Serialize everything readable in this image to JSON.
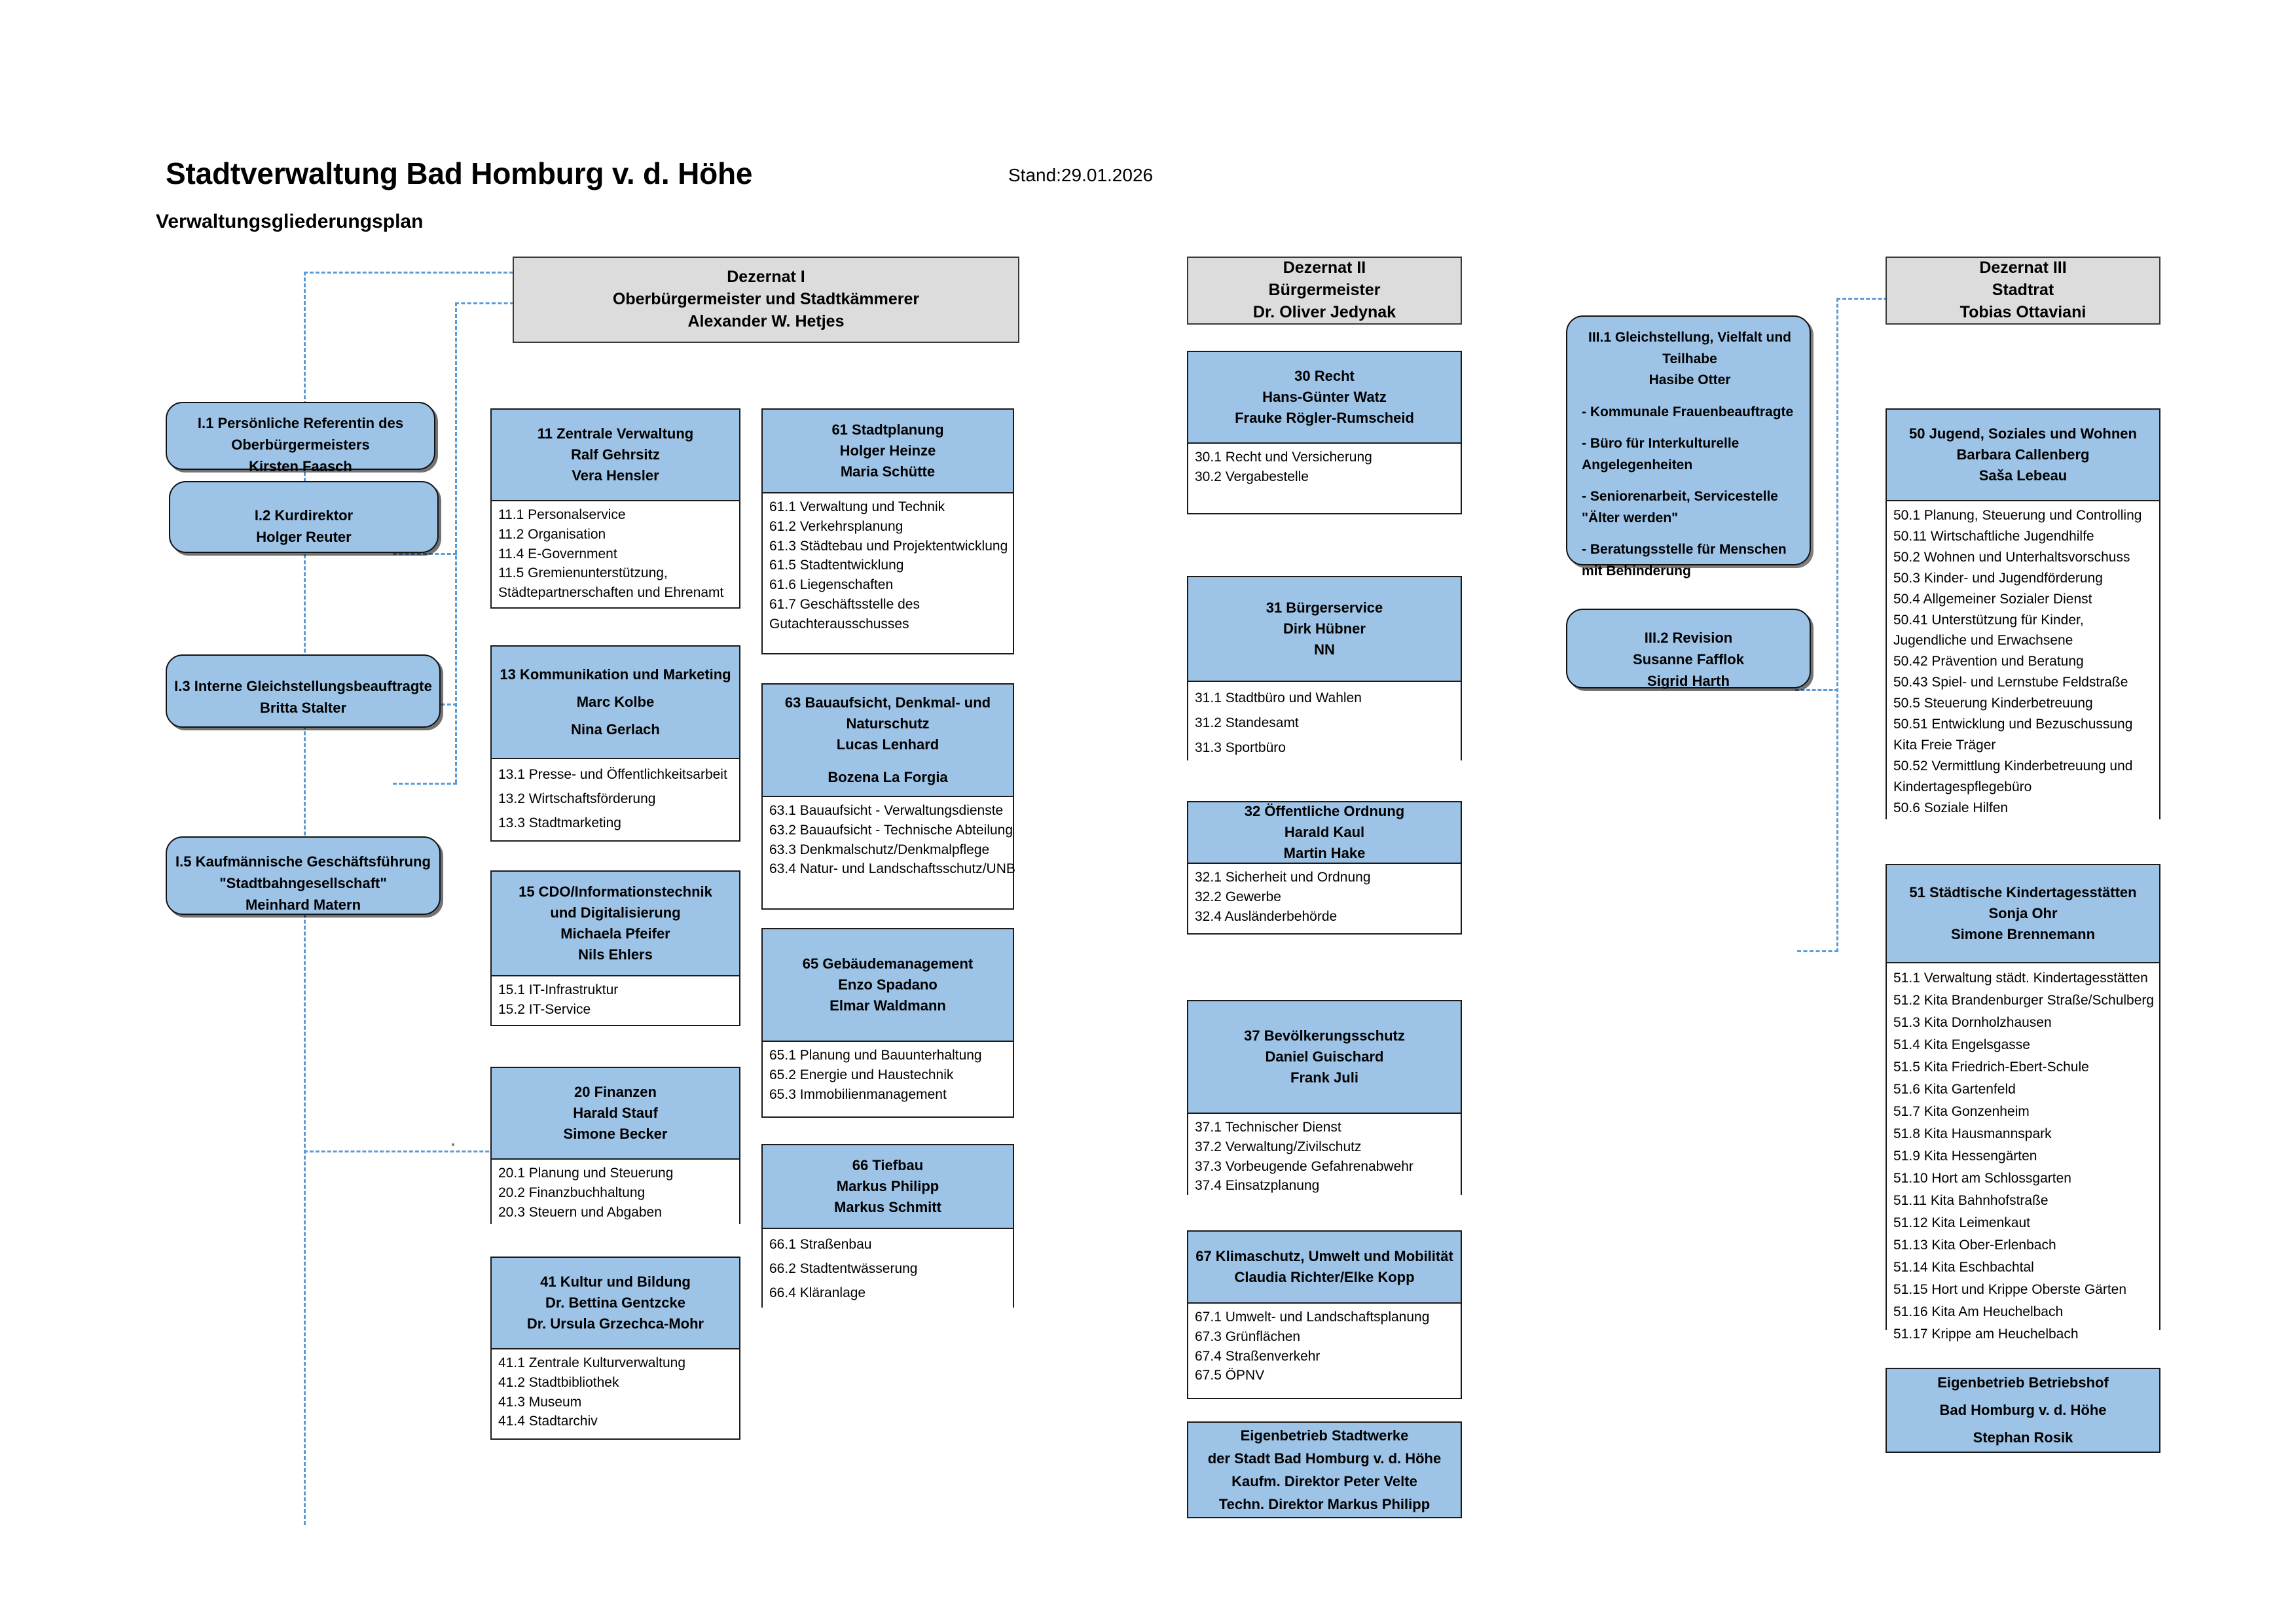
{
  "header": {
    "title": "Stadtverwaltung Bad Homburg v. d. Höhe",
    "subtitle": "Verwaltungsgliederungsplan",
    "stand": "Stand:29.01.2026"
  },
  "dezernate": {
    "I": {
      "label": "Dezernat I",
      "role": "Oberbürgermeister und Stadtkämmerer",
      "person": "Alexander W. Hetjes"
    },
    "II": {
      "label": "Dezernat II",
      "role": "Bürgermeister",
      "person": "Dr. Oliver Jedynak"
    },
    "III": {
      "label": "Dezernat III",
      "role": "Stadtrat",
      "person": "Tobias Ottaviani"
    }
  },
  "staff_left": [
    {
      "l1": "I.1 Persönliche Referentin des",
      "l2": "Oberbürgermeisters",
      "l3": "Kirsten Faasch"
    },
    {
      "l1": "I.2 Kurdirektor",
      "l2": "Holger Reuter",
      "l3": ""
    },
    {
      "l1": "I.3 Interne Gleichstellungsbeauftragte",
      "l2": "Britta Stalter",
      "l3": ""
    },
    {
      "l1": "I.5 Kaufmännische Geschäftsführung",
      "l2": "\"Stadtbahngesellschaft\"",
      "l3": "Meinhard Matern"
    }
  ],
  "staff_right": {
    "iii1": {
      "title": "III.1 Gleichstellung, Vielfalt und Teilhabe",
      "person": "Hasibe Otter",
      "bullets": [
        "- Kommunale Frauenbeauftragte",
        "- Büro für Interkulturelle\n  Angelegenheiten",
        "- Seniorenarbeit, Servicestelle\n  \"Älter werden\"",
        "- Beratungsstelle für Menschen\n  mit Behinderung"
      ]
    },
    "iii2": {
      "title": "III.2 Revision",
      "p1": "Susanne Fafflok",
      "p2": "Sigrid Harth"
    }
  },
  "units": {
    "u11": {
      "head": [
        "11 Zentrale Verwaltung",
        "Ralf Gehrsitz",
        "Vera Hensler"
      ],
      "items": [
        "11.1 Personalservice",
        "11.2 Organisation",
        "11.4 E-Government",
        "11.5 Gremienunterstützung,",
        "Städtepartnerschaften und Ehrenamt"
      ]
    },
    "u13": {
      "head": [
        "13  Kommunikation und Marketing",
        "Marc Kolbe",
        "Nina Gerlach"
      ],
      "items": [
        "13.1 Presse- und Öffentlichkeitsarbeit",
        "13.2 Wirtschaftsförderung",
        "13.3 Stadtmarketing"
      ]
    },
    "u15": {
      "head": [
        "15 CDO/Informationstechnik",
        "und Digitalisierung",
        "Michaela Pfeifer",
        "Nils Ehlers"
      ],
      "items": [
        "15.1 IT-Infrastruktur",
        "15.2 IT-Service"
      ]
    },
    "u20": {
      "head": [
        "20 Finanzen",
        "Harald Stauf",
        "Simone Becker"
      ],
      "items": [
        "20.1 Planung und Steuerung",
        "20.2 Finanzbuchhaltung",
        "20.3 Steuern und Abgaben"
      ]
    },
    "u41": {
      "head": [
        "41 Kultur und Bildung",
        "Dr. Bettina Gentzcke",
        "Dr. Ursula Grzechca-Mohr"
      ],
      "items": [
        "41.1 Zentrale Kulturverwaltung",
        "41.2 Stadtbibliothek",
        "41.3 Museum",
        "41.4 Stadtarchiv"
      ]
    },
    "u61": {
      "head": [
        "61 Stadtplanung",
        "Holger Heinze",
        "Maria Schütte"
      ],
      "items": [
        "61.1 Verwaltung und Technik",
        "61.2 Verkehrsplanung",
        "61.3 Städtebau und Projektentwicklung",
        "61.5 Stadtentwicklung",
        "61.6 Liegenschaften",
        "61.7 Geschäftsstelle des",
        "Gutachterausschusses"
      ]
    },
    "u63": {
      "head": [
        "63 Bauaufsicht, Denkmal- und",
        "Naturschutz",
        "Lucas Lenhard",
        "",
        "Bozena La Forgia"
      ],
      "items": [
        "63.1 Bauaufsicht - Verwaltungsdienste",
        "63.2 Bauaufsicht - Technische Abteilung",
        "63.3 Denkmalschutz/Denkmalpflege",
        "63.4 Natur- und Landschaftsschutz/UNB"
      ]
    },
    "u65": {
      "head": [
        "65 Gebäudemanagement",
        "Enzo Spadano",
        "Elmar Waldmann"
      ],
      "items": [
        "65.1 Planung und Bauunterhaltung",
        "65.2 Energie und Haustechnik",
        "65.3 Immobilienmanagement"
      ]
    },
    "u66": {
      "head": [
        "66 Tiefbau",
        "Markus Philipp",
        "Markus Schmitt"
      ],
      "items": [
        "66.1 Straßenbau",
        "66.2 Stadtentwässerung",
        "66.4 Kläranlage"
      ]
    },
    "u30": {
      "head": [
        "30 Recht",
        "Hans-Günter Watz",
        "Frauke Rögler-Rumscheid"
      ],
      "items": [
        "30.1 Recht und Versicherung",
        "30.2 Vergabestelle"
      ]
    },
    "u31": {
      "head": [
        "31 Bürgerservice",
        "Dirk Hübner",
        "NN"
      ],
      "items": [
        "31.1 Stadtbüro und Wahlen",
        "31.2 Standesamt",
        "31.3 Sportbüro"
      ]
    },
    "u32": {
      "head": [
        "32 Öffentliche Ordnung",
        "Harald Kaul",
        "Martin Hake"
      ],
      "items": [
        "32.1 Sicherheit und Ordnung",
        "32.2 Gewerbe",
        "32.4 Ausländerbehörde"
      ]
    },
    "u37": {
      "head": [
        "37 Bevölkerungsschutz",
        "Daniel Guischard",
        "Frank Juli"
      ],
      "items": [
        "37.1 Technischer Dienst",
        "37.2 Verwaltung/Zivilschutz",
        "37.3 Vorbeugende Gefahrenabwehr",
        "37.4 Einsatzplanung"
      ]
    },
    "u67": {
      "head": [
        "67 Klimaschutz, Umwelt und Mobilität",
        "Claudia Richter/Elke Kopp"
      ],
      "items": [
        "67.1 Umwelt- und Landschaftsplanung",
        "67.3 Grünflächen",
        "67.4 Straßenverkehr",
        "67.5 ÖPNV"
      ]
    },
    "u50": {
      "head": [
        "50 Jugend, Soziales und Wohnen",
        "Barbara Callenberg",
        "Saša Lebeau"
      ],
      "items": [
        "50.1 Planung, Steuerung und Controlling",
        "50.11 Wirtschaftliche Jugendhilfe",
        "50.2 Wohnen und Unterhaltsvorschuss",
        "50.3 Kinder- und Jugendförderung",
        "50.4 Allgemeiner Sozialer Dienst",
        "50.41 Unterstützung für Kinder,",
        "Jugendliche und Erwachsene",
        "50.42 Prävention und Beratung",
        "50.43 Spiel- und Lernstube Feldstraße",
        "50.5 Steuerung Kinderbetreuung",
        "50.51 Entwicklung und Bezuschussung",
        "Kita Freie Träger",
        "50.52 Vermittlung Kinderbetreuung und",
        "Kindertagespflegebüro",
        "50.6 Soziale Hilfen"
      ]
    },
    "u51": {
      "head": [
        "51 Städtische Kindertagesstätten",
        "Sonja Ohr",
        "Simone Brennemann"
      ],
      "items": [
        "51.1 Verwaltung städt. Kindertagesstätten",
        "51.2 Kita Brandenburger Straße/Schulberg",
        "51.3 Kita Dornholzhausen",
        "51.4 Kita Engelsgasse",
        "51.5 Kita Friedrich-Ebert-Schule",
        "51.6 Kita Gartenfeld",
        "51.7 Kita Gonzenheim",
        "51.8 Kita Hausmannspark",
        "51.9 Kita Hessengärten",
        "51.10 Hort am Schlossgarten",
        "51.11 Kita Bahnhofstraße",
        "51.12 Kita Leimenkaut",
        "51.13 Kita Ober-Erlenbach",
        "51.14 Kita Eschbachtal",
        "51.15 Hort und Krippe Oberste Gärten",
        "51.16 Kita Am Heuchelbach",
        "51.17 Krippe am Heuchelbach"
      ]
    }
  },
  "eigenbetriebe": {
    "stadtwerke": {
      "lines": [
        "Eigenbetrieb Stadtwerke",
        "der Stadt Bad Homburg v. d. Höhe",
        "Kaufm. Direktor Peter Velte",
        "Techn. Direktor Markus Philipp"
      ]
    },
    "betriebshof": {
      "lines": [
        "Eigenbetrieb  Betriebshof",
        "Bad Homburg v.  d. Höhe",
        "Stephan Rosik"
      ]
    }
  },
  "colors": {
    "unit_header": "#9DC3E6",
    "dezernat_header": "#DCDCDC",
    "connector": "#5B9BD5"
  }
}
